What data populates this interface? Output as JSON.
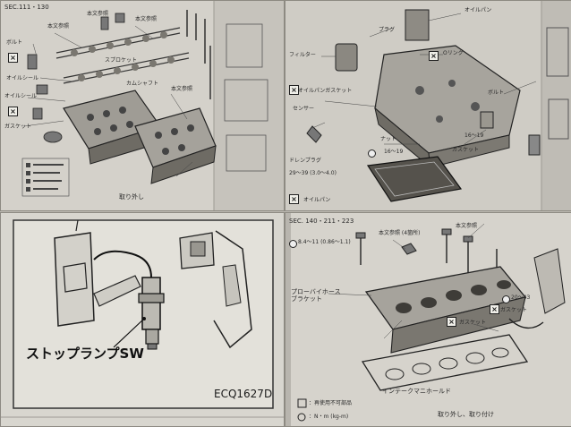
{
  "top_left": {
    "ref": "SEC.111・130",
    "labels": [
      "本文参照",
      "本文参照",
      "本文参照",
      "本文参照",
      "ボルト",
      "オイルシール",
      "スプロケット",
      "オイルシール",
      "カムシャフト",
      "ガスケット"
    ],
    "caption": "取り外し"
  },
  "top_right": {
    "labels": [
      "オイルパン",
      "プラグ",
      "Oリング",
      "フィルター",
      "オイルパンガスケット",
      "ナット",
      "ガスケット",
      "ボルト",
      "ドレンプラグ",
      "オイルパン",
      "センサー"
    ],
    "torques": [
      "16〜19",
      "16〜19",
      "29〜39 (3.0〜4.0)"
    ]
  },
  "bottom_left": {
    "label": "ストップランプSW",
    "code": "ECQ1627D"
  },
  "bottom_right": {
    "ref": "SEC. 140・211・223",
    "labels": [
      "本文参照 (4箇所)",
      "本文参照",
      "プローバイホースブラケット",
      "インテークマニホールド",
      "ガスケット",
      "ガスケット"
    ],
    "torques": [
      "8.4〜11 (0.86〜1.1)",
      "20〜43"
    ],
    "legend": [
      "：再使用不可部品",
      "：N・m (kg-m)"
    ],
    "caption": "取り外し、取り付け"
  }
}
